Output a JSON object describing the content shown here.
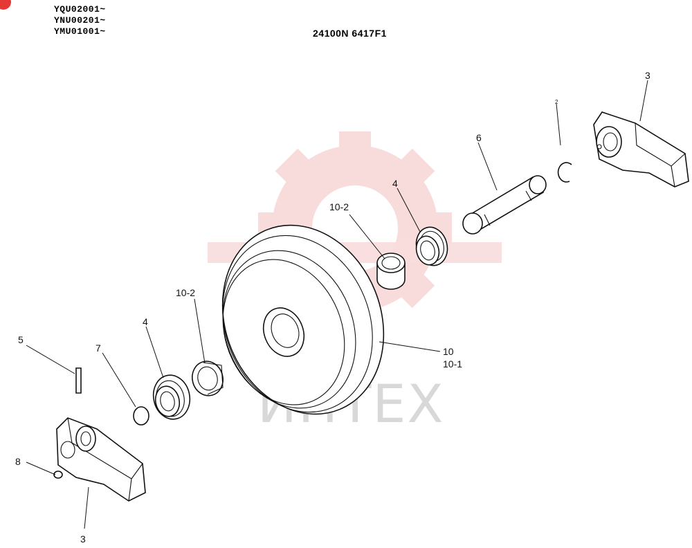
{
  "serial_ranges": [
    "YQU02001~",
    "YNU00201~",
    "YMU01001~"
  ],
  "drawing_code": "24100N 6417F1",
  "corner_badge": "",
  "watermark": {
    "text": "ИНТЕХ",
    "gear_color": "#f7d6d6",
    "text_color": "#d8d8d8"
  },
  "callouts": {
    "c3_top": "3",
    "c2_top": "2",
    "c6": "6",
    "c4_right": "4",
    "c10_2_right": "10-2",
    "c10": "10",
    "c10_1": "10-1",
    "c10_2_left": "10-2",
    "c4_left": "4",
    "c7": "7",
    "c5": "5",
    "c8": "8",
    "c3_bottom": "3"
  }
}
